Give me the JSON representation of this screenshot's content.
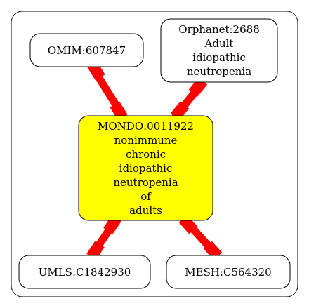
{
  "colors": {
    "background": "#ffffff",
    "node_stroke": "#000000",
    "node_fill_default": "#ffffff",
    "node_fill_center": "#ffff00",
    "edge_color": "#ff0000"
  },
  "nodes": {
    "omim": {
      "lines": [
        "OMIM:607847"
      ]
    },
    "orphanet": {
      "lines": [
        "Orphanet:2688",
        "Adult",
        "idiopathic",
        "neutropenia"
      ]
    },
    "mondo": {
      "lines": [
        "MONDO:0011922",
        "nonimmune",
        "chronic",
        "idiopathic",
        "neutropenia",
        "of",
        "adults"
      ]
    },
    "umls": {
      "lines": [
        "UMLS:C1842930"
      ]
    },
    "mesh": {
      "lines": [
        "MESH:C564320"
      ]
    }
  }
}
